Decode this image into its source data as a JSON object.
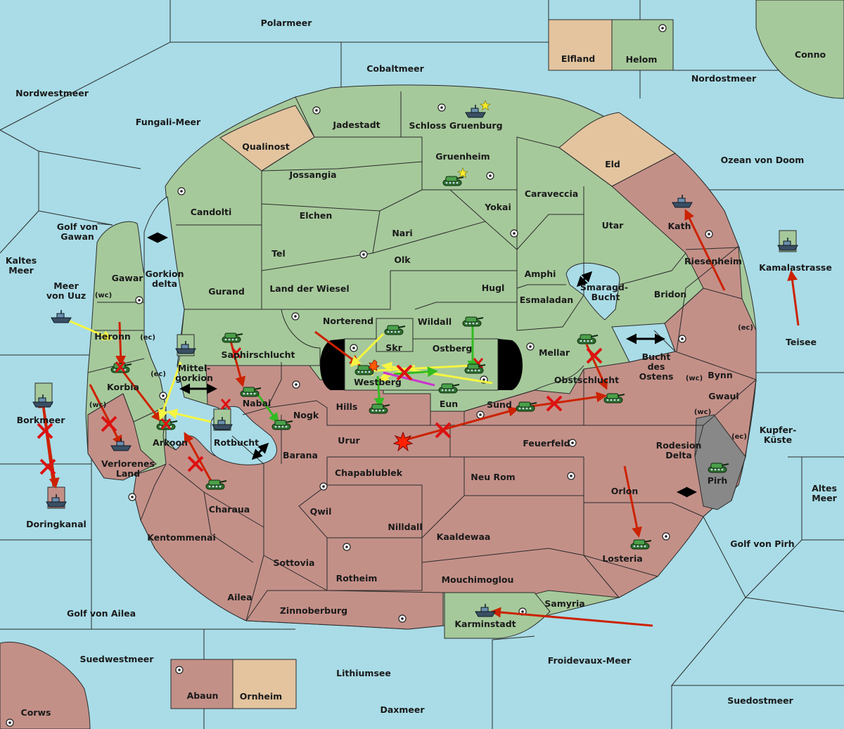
{
  "map": {
    "colors": {
      "sea": "#a9dce7",
      "green": "#a6c99b",
      "red": "#c39088",
      "tan": "#e3c49f",
      "gray": "#888888"
    },
    "labels": {
      "polarmeer": "Polarmeer",
      "cobaltmeer": "Cobaltmeer",
      "elfland": "Elfland",
      "helom": "Helom",
      "conno": "Conno",
      "nordostmeer": "Nordostmeer",
      "nordwestmeer": "Nordwestmeer",
      "fungali_meer": "Fungali-Meer",
      "jadestadt": "Jadestadt",
      "schloss_gruenburg": "Schloss Gruenburg",
      "qualinost": "Qualinost",
      "gruenheim": "Gruenheim",
      "jossangia": "Jossangia",
      "eld": "Eld",
      "ozean_von_doom": "Ozean von Doom",
      "candolti": "Candolti",
      "caraveccia": "Caraveccia",
      "elchen": "Elchen",
      "yokai": "Yokai",
      "utar": "Utar",
      "kath": "Kath",
      "nari": "Nari",
      "tel": "Tel",
      "olk": "Olk",
      "golf_von_gawan_1": "Golf von",
      "golf_von_gawan_2": "Gawan",
      "kaltes_meer_1": "Kaltes",
      "kaltes_meer_2": "Meer",
      "gawar": "Gawar",
      "gorkion_delta_1": "Gorkion",
      "gorkion_delta_2": "delta",
      "gurand": "Gurand",
      "land_der_wiesel": "Land der Wiesel",
      "hugl": "Hugl",
      "amphi": "Amphi",
      "riesenheim": "Riesenheim",
      "kamalastrasse": "Kamalastrasse",
      "meer_von_uuz_1": "Meer",
      "meer_von_uuz_2": "von Uuz",
      "smaragd_bucht_1": "Smaragd-",
      "smaragd_bucht_2": "Bucht",
      "bridon": "Bridon",
      "esmaladan": "Esmaladan",
      "norterend": "Norterend",
      "wildall": "Wildall",
      "heronn": "Heronn",
      "skr": "Skr",
      "ostberg": "Ostberg",
      "mellar": "Mellar",
      "teisee": "Teisee",
      "saphirschlucht": "Saphirschlucht",
      "mittelgorkion_1": "Mittel-",
      "mittelgorkion_2": "gorkion",
      "bucht_des_ostens_1": "Bucht",
      "bucht_des_ostens_2": "des",
      "bucht_des_ostens_3": "Ostens",
      "bynn": "Bynn",
      "korbia": "Korbia",
      "westberg": "Westberg",
      "obstschlucht": "Obstschlucht",
      "gwaul": "Gwaul",
      "nabai": "Nabai",
      "hills": "Hills",
      "eun": "Eun",
      "sund": "Sund",
      "borkmeer": "Borkmeer",
      "nogk": "Nogk",
      "arkoon": "Arkoon",
      "rotbucht": "Rotbucht",
      "urur": "Urur",
      "feuerfeld": "Feuerfeld",
      "kupfer_kueste_1": "Kupfer-",
      "kupfer_kueste_2": "Küste",
      "rodesion_delta_1": "Rodesion",
      "rodesion_delta_2": "Delta",
      "barana": "Barana",
      "verlorenes_land_1": "Verlorenes",
      "verlorenes_land_2": "Land",
      "chapablublek": "Chapablublek",
      "neu_rom": "Neu Rom",
      "orlon": "Orlon",
      "pirh": "Pirh",
      "altes_meer_1": "Altes",
      "altes_meer_2": "Meer",
      "charaua": "Charaua",
      "qwil": "Qwil",
      "doringkanal": "Doringkanal",
      "nilldall": "Nilldall",
      "kentommenai": "Kentommenai",
      "kaaldewaa": "Kaaldewaa",
      "golf_von_pirh": "Golf von Pirh",
      "losteria": "Losteria",
      "sottovia": "Sottovia",
      "rotheim": "Rotheim",
      "mouchimoglou": "Mouchimoglou",
      "ailea": "Ailea",
      "samyria": "Samyria",
      "golf_von_ailea": "Golf von Ailea",
      "zinnoberburg": "Zinnoberburg",
      "karminstadt": "Karminstadt",
      "suedwestmeer": "Suedwestmeer",
      "froidevaux_meer": "Froidevaux-Meer",
      "lithiumsee": "Lithiumsee",
      "abaun": "Abaun",
      "ornheim": "Ornheim",
      "suedostmeer": "Suedostmeer",
      "daxmeer": "Daxmeer",
      "corws": "Corws"
    },
    "coast_tags": {
      "heronn_ec": "(ec)",
      "gawar_wc": "(wc)",
      "korbia_ec": "(ec)",
      "korbia_wc": "(wc)",
      "bynn_ec": "(ec)",
      "bynn_wc": "(wc)",
      "gwaul_wc": "(wc)",
      "gwaul_ec": "(ec)"
    }
  }
}
